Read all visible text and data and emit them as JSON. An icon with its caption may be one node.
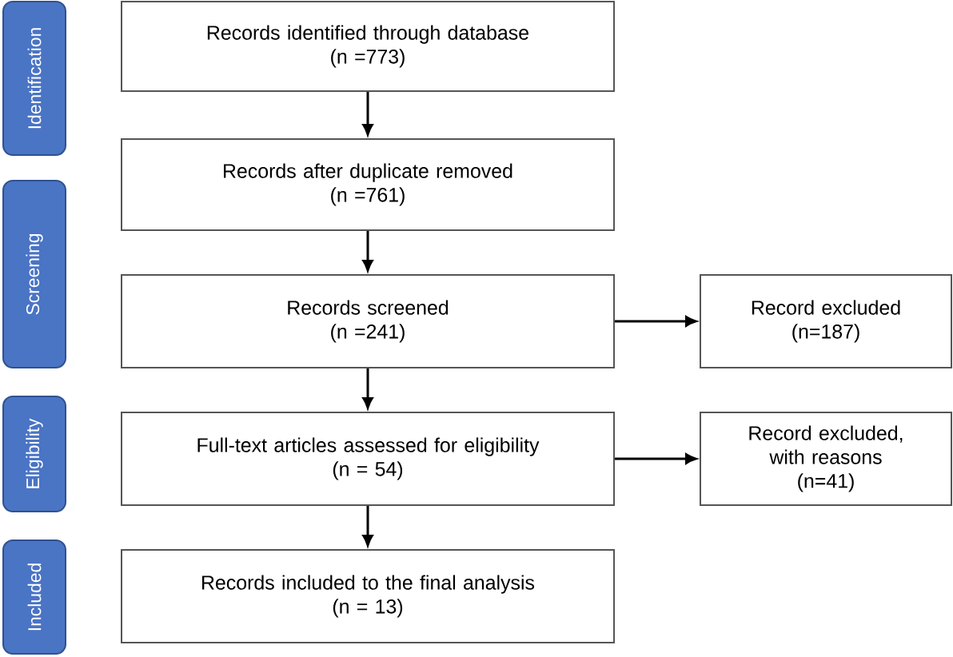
{
  "diagram": {
    "nodes": [
      {
        "text": [
          "Records identified through database",
          "(n =773)"
        ]
      },
      {
        "text": [
          "Records after duplicate removed",
          "(n =761)"
        ]
      },
      {
        "text": [
          "Records screened",
          "(n =241)"
        ]
      },
      {
        "text": [
          "Full-text articles assessed for eligibility",
          "(n = 54)"
        ]
      },
      {
        "text": [
          "Records included to the final analysis",
          "(n = 13)"
        ]
      },
      {
        "text": [
          "Record excluded",
          "(n=187)"
        ]
      },
      {
        "text": [
          "Record excluded, with reasons",
          "(n=41)"
        ]
      },
      {
        "text": [
          "Identification"
        ]
      },
      {
        "text": [
          "Screening"
        ]
      },
      {
        "text": [
          "Eligibility"
        ]
      },
      {
        "text": [
          "Included"
        ]
      }
    ],
    "edges": [
      {
        "from": 0,
        "to": 1,
        "arrow": "to"
      },
      {
        "from": 1,
        "to": 2,
        "arrow": "to"
      },
      {
        "from": 2,
        "to": 3,
        "arrow": "to"
      },
      {
        "from": 3,
        "to": 4,
        "arrow": "to"
      },
      {
        "from": 2,
        "to": 5,
        "arrow": "to"
      },
      {
        "from": 3,
        "to": 6,
        "arrow": "to"
      }
    ]
  }
}
